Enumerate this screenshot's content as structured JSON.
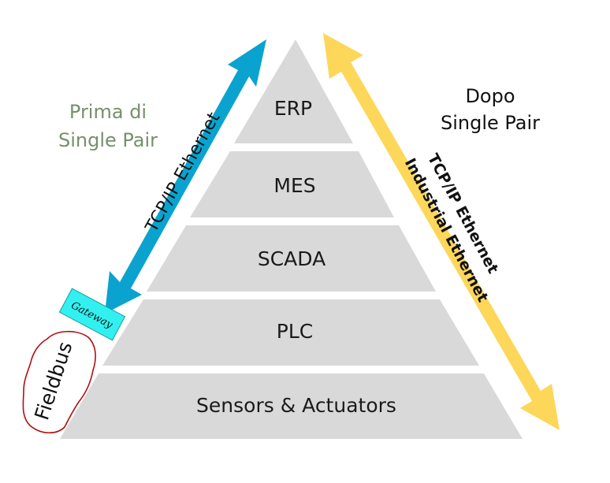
{
  "levels": {
    "erp": "ERP",
    "mes": "MES",
    "scada": "SCADA",
    "plc": "PLC",
    "sensors": "Sensors & Actuators"
  },
  "before": {
    "line1": "Prima di",
    "line2": "Single Pair"
  },
  "after": {
    "line1": "Dopo",
    "line2": "Single Pair"
  },
  "left_arrow_label": "TCP/IP Ethernet",
  "right_arrow_labels": {
    "line1": "TCP/IP Ethernet",
    "line2": "Industrial Ethernet"
  },
  "gateway_label": "Gateway",
  "fieldbus_label": "Fieldbus",
  "colors": {
    "pyramid_fill": "#d9d9d9",
    "left_arrow": "#0aa3cf",
    "right_arrow": "#fdd75a",
    "gateway": "#33f0f0",
    "fieldbus_outline": "#b01010",
    "before_text": "#76906a"
  }
}
